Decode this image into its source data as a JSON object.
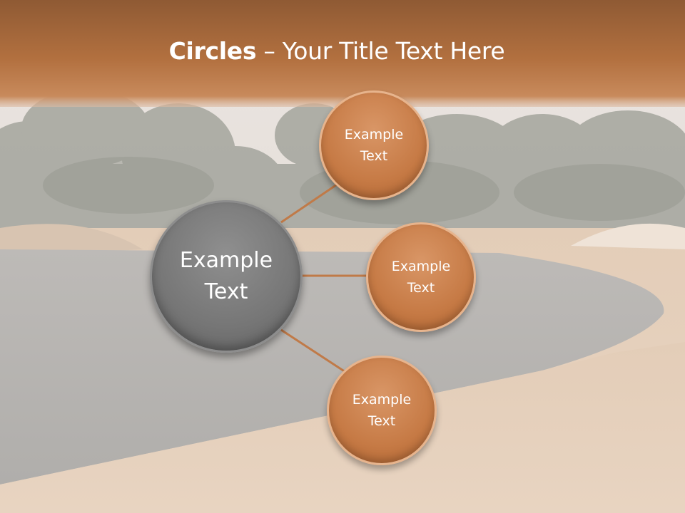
{
  "slide": {
    "title_bold": "Circles",
    "title_rest": " – Your Title Text Here"
  },
  "center": {
    "label": "Example\nText"
  },
  "satellites": [
    {
      "label": "Example\nText"
    },
    {
      "label": "Example\nText"
    },
    {
      "label": "Example\nText"
    }
  ],
  "colors": {
    "title_band": "#b2703f",
    "orange_circle": "#c67a45",
    "gray_circle": "#767676",
    "connector": "#c07a48"
  }
}
